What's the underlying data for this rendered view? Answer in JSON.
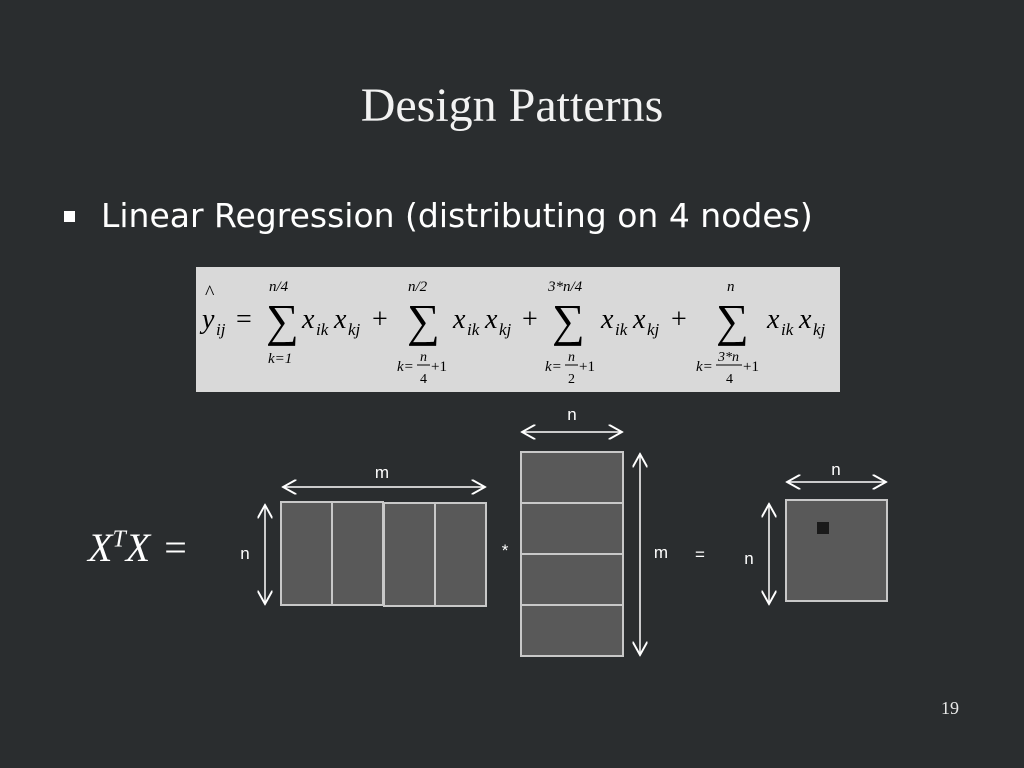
{
  "slide": {
    "title": "Design Patterns",
    "bullet": "Linear Regression (distributing on 4 nodes)",
    "page_number": "19"
  },
  "formula": {
    "hat": "^",
    "lhs_var": "y",
    "lhs_sub": "ij",
    "equals": "=",
    "plus": "+",
    "sum_symbol": "∑",
    "term_x": "x",
    "term_sub1": "ik",
    "term_sub2": "kj",
    "sums": [
      {
        "upper": "n/4",
        "lower_prefix": "k=1",
        "lower_num": "",
        "lower_den": "",
        "lower_suffix": ""
      },
      {
        "upper": "n/2",
        "lower_prefix": "k=",
        "lower_num": "n",
        "lower_den": "4",
        "lower_suffix": "+1"
      },
      {
        "upper": "3*n/4",
        "lower_prefix": "k=",
        "lower_num": "n",
        "lower_den": "2",
        "lower_suffix": "+1"
      },
      {
        "upper": "n",
        "lower_prefix": "k=",
        "lower_num": "3*n",
        "lower_den": "4",
        "lower_suffix": "+1"
      }
    ]
  },
  "matrix_equation": {
    "lhs_base": "X",
    "lhs_sup": "T",
    "lhs_base2": "X",
    "equals": "=",
    "left_matrix": {
      "width_label": "m",
      "height_label": "n"
    },
    "operator": "*",
    "right_matrix": {
      "width_label": "n",
      "height_label": "m"
    },
    "result_equals": "=",
    "result_matrix": {
      "width_label": "n",
      "height_label": "n"
    }
  }
}
